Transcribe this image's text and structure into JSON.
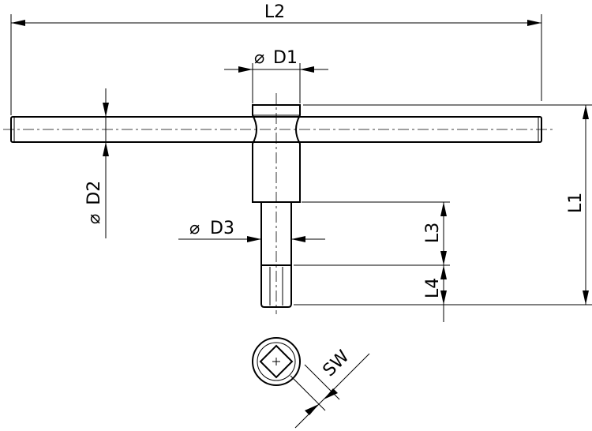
{
  "drawing": {
    "labels": {
      "L2": "L2",
      "D1": "D1",
      "D2": "D2",
      "D3": "D3",
      "L1": "L1",
      "L3": "L3",
      "L4": "L4",
      "SW": "SW"
    },
    "diameter_symbol": "⌀"
  }
}
